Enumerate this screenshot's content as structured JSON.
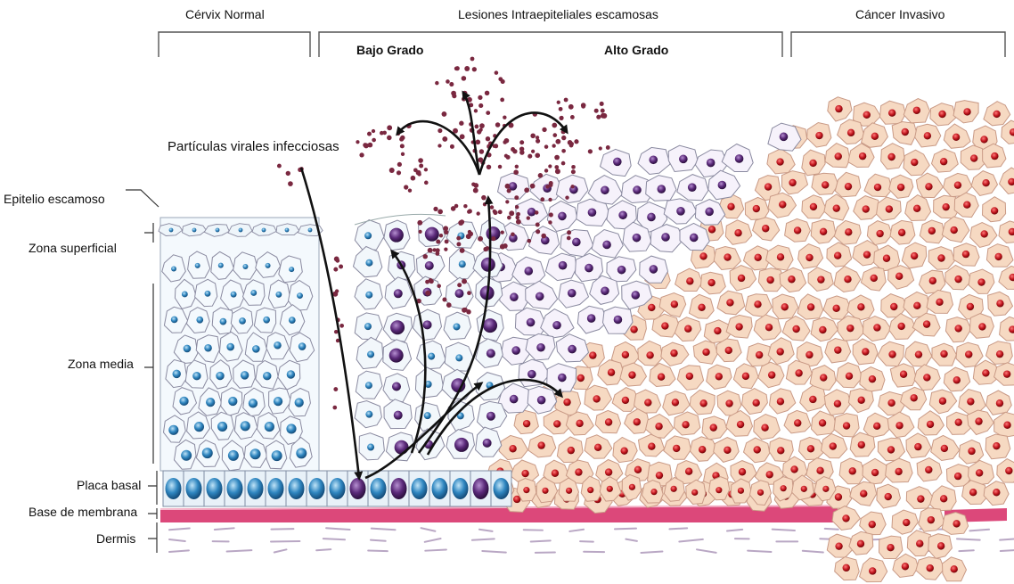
{
  "headers": {
    "normal": "Cérvix Normal",
    "lesions": "Lesiones Intraepiteliales escamosas",
    "cancer": "Cáncer Invasivo",
    "low_grade": "Bajo Grado",
    "high_grade": "Alto Grado"
  },
  "labels": {
    "viral_particles": "Partículas virales infecciosas",
    "squamous_epithelium": "Epitelio escamoso",
    "superficial_zone": "Zona superficial",
    "middle_zone": "Zona media",
    "basal_layer": "Placa basal",
    "basement_membrane": "Base de membrana",
    "dermis": "Dermis"
  },
  "colors": {
    "normal_nucleus": "#2f86c0",
    "infected_nucleus": "#5b2a7a",
    "cancer_nucleus": "#c0141c",
    "cancer_cell_fill": "#f6d9c2",
    "membrane": "#d8346b",
    "virus": "#7a2840",
    "cell_outline": "#8a8aa0"
  }
}
